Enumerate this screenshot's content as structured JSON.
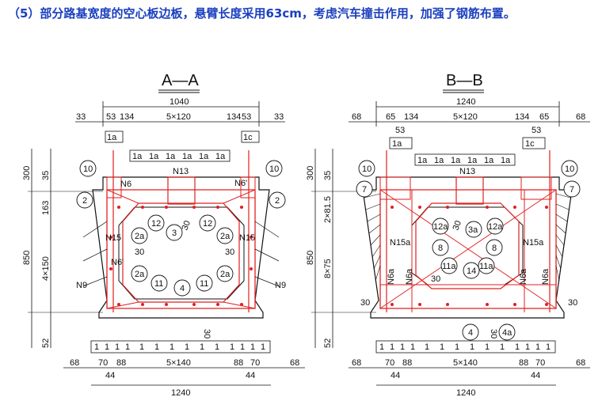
{
  "heading": "（5）部分路基宽度的空心板边板，悬臂长度采用63cm，考虑汽车撞击作用，加强了钢筋布置。",
  "section_a": {
    "title": "A—A",
    "top_total": "1040",
    "top_dims": [
      "33",
      "53",
      "134",
      "5×120",
      "134",
      "53",
      "33"
    ],
    "marks_1a": [
      "1a",
      "1a",
      "1a",
      "1a",
      "1a",
      "1a"
    ],
    "side_marks": [
      "1a",
      "1c"
    ],
    "left_dims": [
      "300",
      "35",
      "163",
      "850",
      "4×150",
      "52"
    ],
    "labels": [
      "N6",
      "N13",
      "N15",
      "N15",
      "N6'",
      "N6'",
      "N9",
      "N9"
    ],
    "circles": [
      "10",
      "10",
      "2",
      "2",
      "12",
      "3",
      "12",
      "2a",
      "2a",
      "2a",
      "2a",
      "11",
      "4",
      "11"
    ],
    "spacing": "30",
    "bottom_marks": [
      "1",
      "1",
      "1",
      "1",
      "1",
      "1",
      "1",
      "1",
      "1",
      "1",
      "1",
      "1",
      "1",
      "1"
    ],
    "bottom_dims": [
      "68",
      "70",
      "88",
      "5×140",
      "88",
      "70",
      "68",
      "44",
      "44"
    ],
    "bottom_total": "1240"
  },
  "section_b": {
    "title": "B—B",
    "top_total": "1240",
    "top_dims": [
      "68",
      "65",
      "134",
      "5×120",
      "134",
      "65",
      "68",
      "53",
      "53"
    ],
    "marks_1a": [
      "1a",
      "1a",
      "1a",
      "1a",
      "1a",
      "1a"
    ],
    "side_marks": [
      "1a",
      "1c"
    ],
    "left_dims": [
      "300",
      "35",
      "2×81.5",
      "850",
      "8×75",
      "52"
    ],
    "labels": [
      "N13",
      "N15a",
      "N15a",
      "N6a",
      "N6a",
      "N6a",
      "N6a"
    ],
    "circles": [
      "10",
      "10",
      "7",
      "7",
      "12a",
      "3a",
      "12a",
      "8",
      "8",
      "11a",
      "14",
      "11a",
      "4",
      "4a"
    ],
    "spacing": "30",
    "bottom_marks": [
      "1",
      "1",
      "1",
      "1",
      "1",
      "1",
      "1",
      "1",
      "1",
      "1",
      "1",
      "1",
      "1",
      "1"
    ],
    "bottom_dims": [
      "68",
      "70",
      "88",
      "5×140",
      "88",
      "70",
      "68",
      "44",
      "44"
    ],
    "bottom_total": "1240"
  },
  "colors": {
    "heading": "#1a3fbf",
    "rebar": "#e02020",
    "line": "#111111"
  }
}
